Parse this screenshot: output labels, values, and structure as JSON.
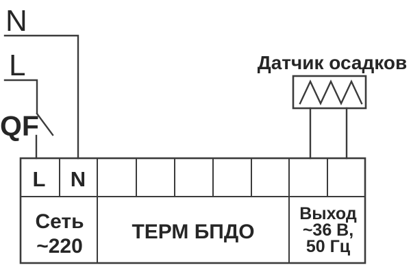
{
  "diagram": {
    "colors": {
      "background": "#ffffff",
      "line": "#3b3b3b",
      "text": "#262626"
    },
    "power_input": {
      "neutral_label": "N",
      "phase_label": "L",
      "breaker_label": "QF"
    },
    "sensor": {
      "title": "Датчик осадков"
    },
    "terminal_block": {
      "terminal_l": "L",
      "terminal_n": "N",
      "mains": {
        "line1": "Сеть",
        "line2": "~220"
      },
      "device_label": "ТЕРМ БПДО",
      "output": {
        "line1": "Выход",
        "line2": "~36 В,",
        "line3": "50 Гц"
      }
    }
  }
}
